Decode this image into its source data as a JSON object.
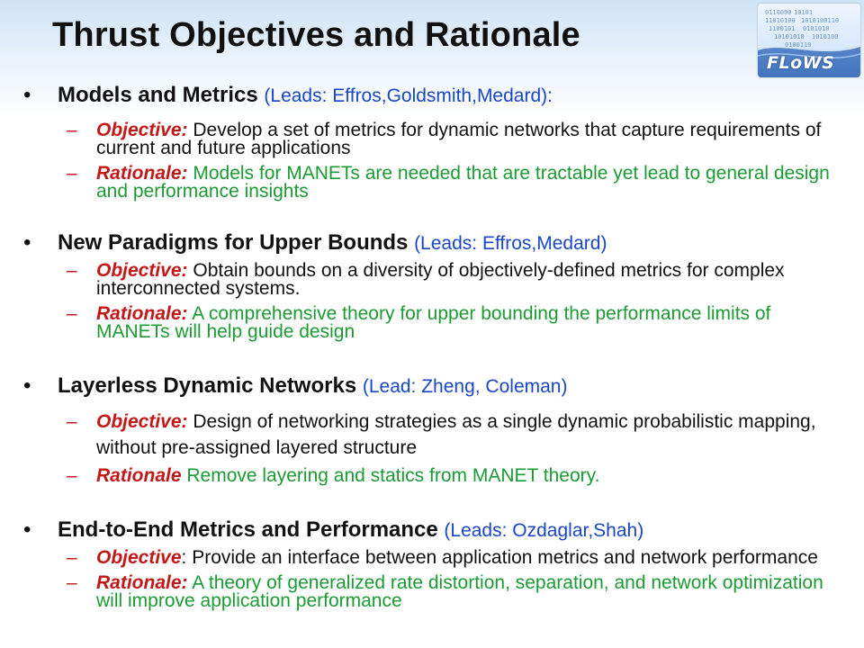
{
  "title": "Thrust Objectives and Rationale",
  "logo": {
    "text": "FLoWS",
    "binary_rows": [
      "0110000",
      "10101",
      "11010100",
      "1010100110",
      "1100101",
      "0101010",
      "10101010",
      "1010100",
      "0100110"
    ]
  },
  "colors": {
    "leads": "#1a46c8",
    "keyword": "#c21818",
    "rationale": "#1c9a33",
    "text": "#111111"
  },
  "sections": [
    {
      "heading": "Models and Metrics",
      "leads": "(Leads: Effros,Goldsmith,Medard):",
      "objective_label": "Objective:",
      "objective_text": " Develop a set of metrics for dynamic networks that capture requirements of current and future applications",
      "rationale_label": "Rationale:",
      "rationale_text": " Models for MANETs are needed that are tractable yet lead to general design and performance insights"
    },
    {
      "heading": "New Paradigms for Upper Bounds",
      "leads": "(Leads: Effros,Medard)",
      "objective_label": "Objective:",
      "objective_text": " Obtain bounds on a diversity of objectively-defined metrics for complex interconnected systems.",
      "rationale_label": "Rationale:",
      "rationale_text": " A comprehensive theory for upper bounding the performance limits of MANETs will help guide design"
    },
    {
      "heading": "Layerless Dynamic Networks",
      "leads": "(Lead: Zheng, Coleman)",
      "objective_label": "Objective:",
      "objective_text": " Design of networking strategies as a single dynamic probabilistic mapping, without pre-assigned layered structure",
      "rationale_label": "Rationale",
      "rationale_text": " Remove layering and statics from MANET theory."
    },
    {
      "heading": "End-to-End Metrics and Performance",
      "leads": "(Leads: Ozdaglar,Shah)",
      "objective_label": "Objective",
      "objective_text": ": Provide an interface between application metrics and network performance",
      "rationale_label": "Rationale:",
      "rationale_text": "  A theory of generalized rate distortion, separation, and network optimization will improve application performance"
    }
  ]
}
